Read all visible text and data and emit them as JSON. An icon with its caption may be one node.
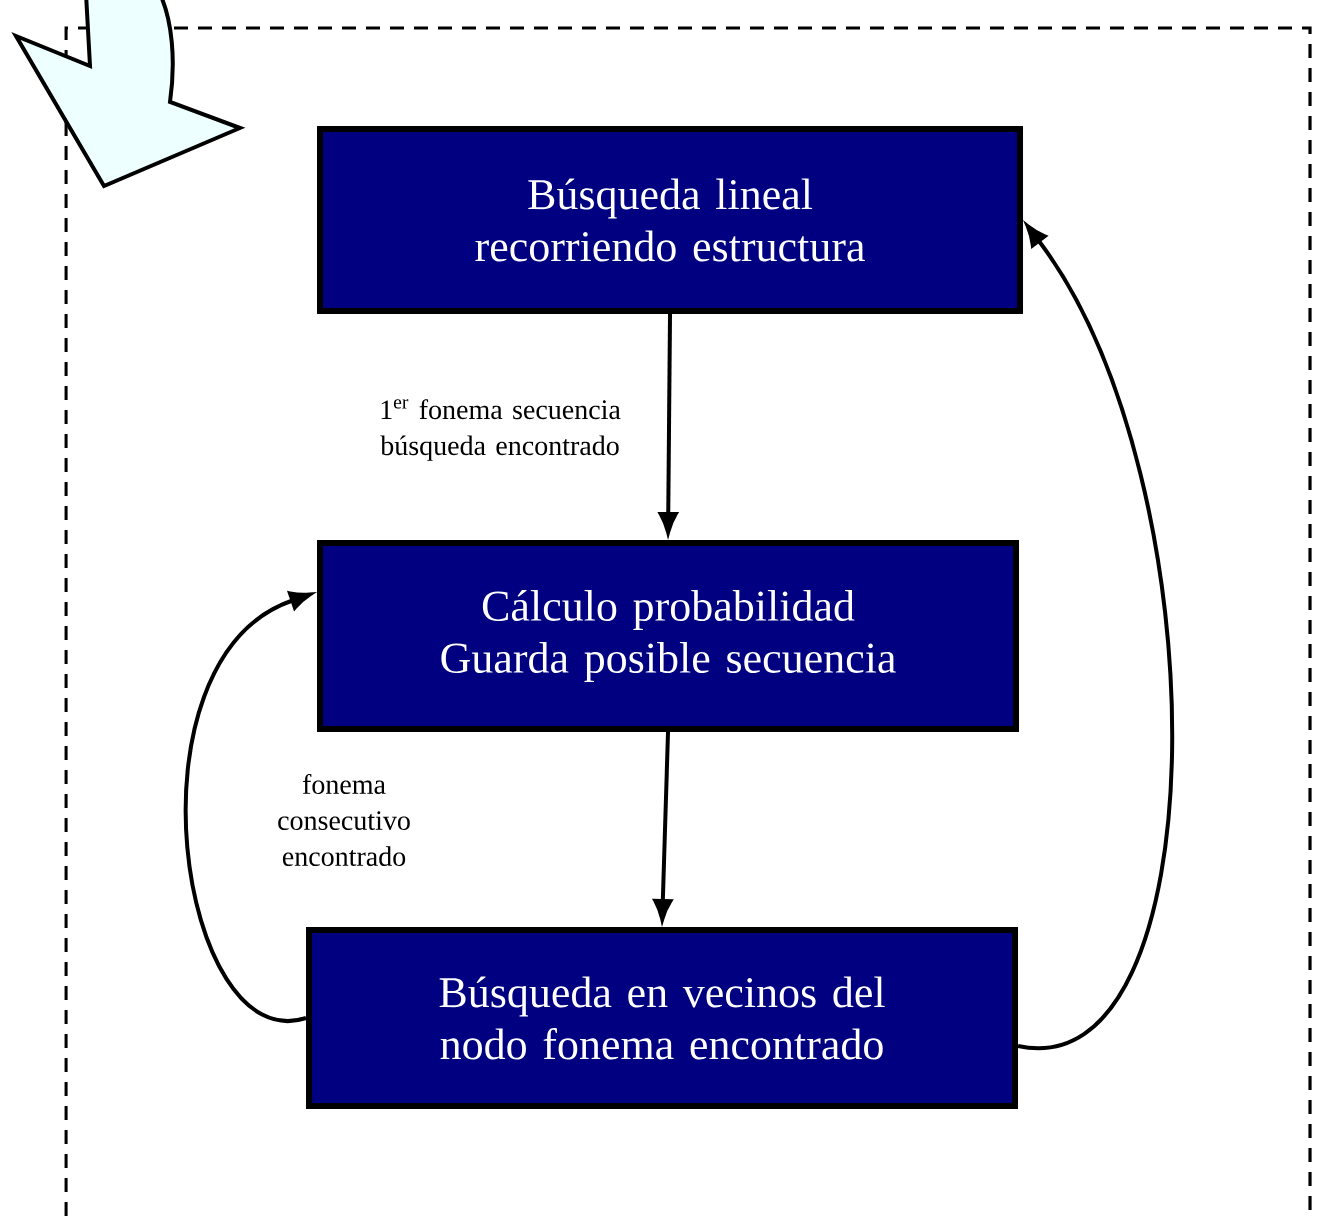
{
  "diagram": {
    "nodes": [
      {
        "text": [
          "Búsqueda lineal recorriendo estructura"
        ]
      },
      {
        "text": [
          "Cálculo probabilidad Guarda posible secuencia"
        ]
      },
      {
        "text": [
          "Búsqueda en vecinos del nodo fonema encontrado"
        ]
      }
    ],
    "edges": [
      {
        "from": 0,
        "to": 1,
        "arrow": "to",
        "label": "1$^{er}$ fonema secuencia búsqueda encontrado"
      },
      {
        "from": 1,
        "to": 2,
        "arrow": "to"
      },
      {
        "from": 2,
        "to": 1,
        "arrow": "to",
        "label": "fonema consecutivo encontrado"
      },
      {
        "from": 2,
        "to": 0,
        "arrow": "to"
      }
    ]
  }
}
